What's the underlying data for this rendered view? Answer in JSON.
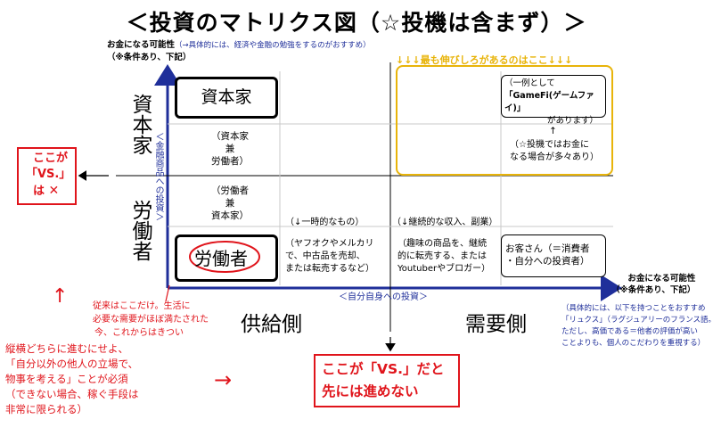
{
  "title": "＜投資のマトリクス図（☆投機は含まず）＞",
  "y_axis": {
    "label_main": "お金になる可能性",
    "label_note": "（→具体的には、経済や金融の勉強をするのがおすすめ）",
    "label_sub": "（※条件あり、下記）",
    "side_label": "＜金融商品への投資＞",
    "row_top": "資本家",
    "row_bottom": "労働者"
  },
  "x_axis": {
    "label_main": "お金になる可能性",
    "label_sub": "（※条件あり、下記）",
    "bottom_label": "＜自分自身への投資＞",
    "col_left": "供給側",
    "col_right": "需要側",
    "note_line1": "（具体的には、以下を持つことをおすすめ",
    "note_line2": "「リュクス」（ラグジュアリーのフランス語。",
    "note_line3": "ただし、高価である＝他者の評価が高い",
    "note_line4": "ことよりも、個人のこだわりを重視する）"
  },
  "highlight_banner": "↓↓↓最も伸びしろがあるのはここ↓↓↓",
  "cells": {
    "capitalist": "資本家",
    "capitalist_worker_1": "（資本家",
    "capitalist_worker_2": "兼",
    "capitalist_worker_3": "労働者）",
    "worker_capitalist_1": "（労働者",
    "worker_capitalist_2": "兼",
    "worker_capitalist_3": "資本家）",
    "worker": "労働者",
    "temporary": "（↓一時的なもの）",
    "continuous": "（↓継続的な収入、副業）",
    "supply_1": "（ヤフオクやメルカリ",
    "supply_2": "で、中古品を売却、",
    "supply_3": "または転売するなど）",
    "demand_1": "（趣味の商品を、継続",
    "demand_2": "的に転売する、または",
    "demand_3": "Youtuberやブロガー）",
    "customer_1": "お客さん（＝消費者",
    "customer_2": "・自分への投資者）",
    "example_1": "（一例として",
    "example_2": "「GameFi(ゲームファイ)」",
    "example_3": "があります）",
    "arrow_up": "↑",
    "note_1": "（☆投機ではお金に",
    "note_2": "なる場合が多々あり）"
  },
  "left_callout": {
    "line1": "ここが",
    "line2": "「VS.」",
    "line3": "は",
    "mark": "✕"
  },
  "current_note": {
    "arrow": "↑",
    "line1": "従来はここだけ。生活に",
    "line2": "必要な需要がほぼ満たされた",
    "line3": "今、これからはきつい"
  },
  "bottom_left": {
    "line1": "縦横どちらに進むにせよ、",
    "line2": "「自分以外の他人の立場で、",
    "line3": "物事を考える」ことが必須",
    "line4": "（できない場合、稼ぐ手段は",
    "line5": "非常に限られる）",
    "arrow": "→"
  },
  "bottom_callout": {
    "line1": "ここが「VS.」だと",
    "line2": "先には進めない"
  },
  "colors": {
    "red": "#e0141b",
    "blue": "#1f2f9a",
    "yellow": "#e8b40a"
  }
}
